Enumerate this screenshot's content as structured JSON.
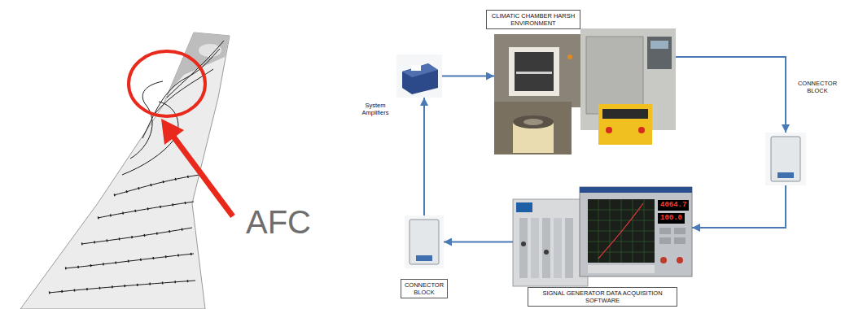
{
  "diagram": {
    "nodes": [
      {
        "text": [
          "System Amplifiers"
        ]
      },
      {
        "text": [
          "CLIMATIC CHAMBER HARSH ENVIRONMENT"
        ]
      },
      {
        "text": [
          "CONNECTOR BLOCK"
        ]
      },
      {
        "text": [
          "SIGNAL GENERATOR DATA ACQUISITION SOFTWARE"
        ]
      },
      {
        "text": [
          "CONNECTOR BLOCK"
        ]
      }
    ],
    "edges": [
      {
        "from": 0,
        "to": 1,
        "arrow": "to"
      },
      {
        "from": 1,
        "to": 2,
        "arrow": "to"
      },
      {
        "from": 2,
        "to": 3,
        "arrow": "to"
      },
      {
        "from": 3,
        "to": 4,
        "arrow": "to"
      },
      {
        "from": 4,
        "to": 0,
        "arrow": "to"
      }
    ],
    "labels": [
      "AFC",
      "4064.7",
      "100.0"
    ]
  }
}
